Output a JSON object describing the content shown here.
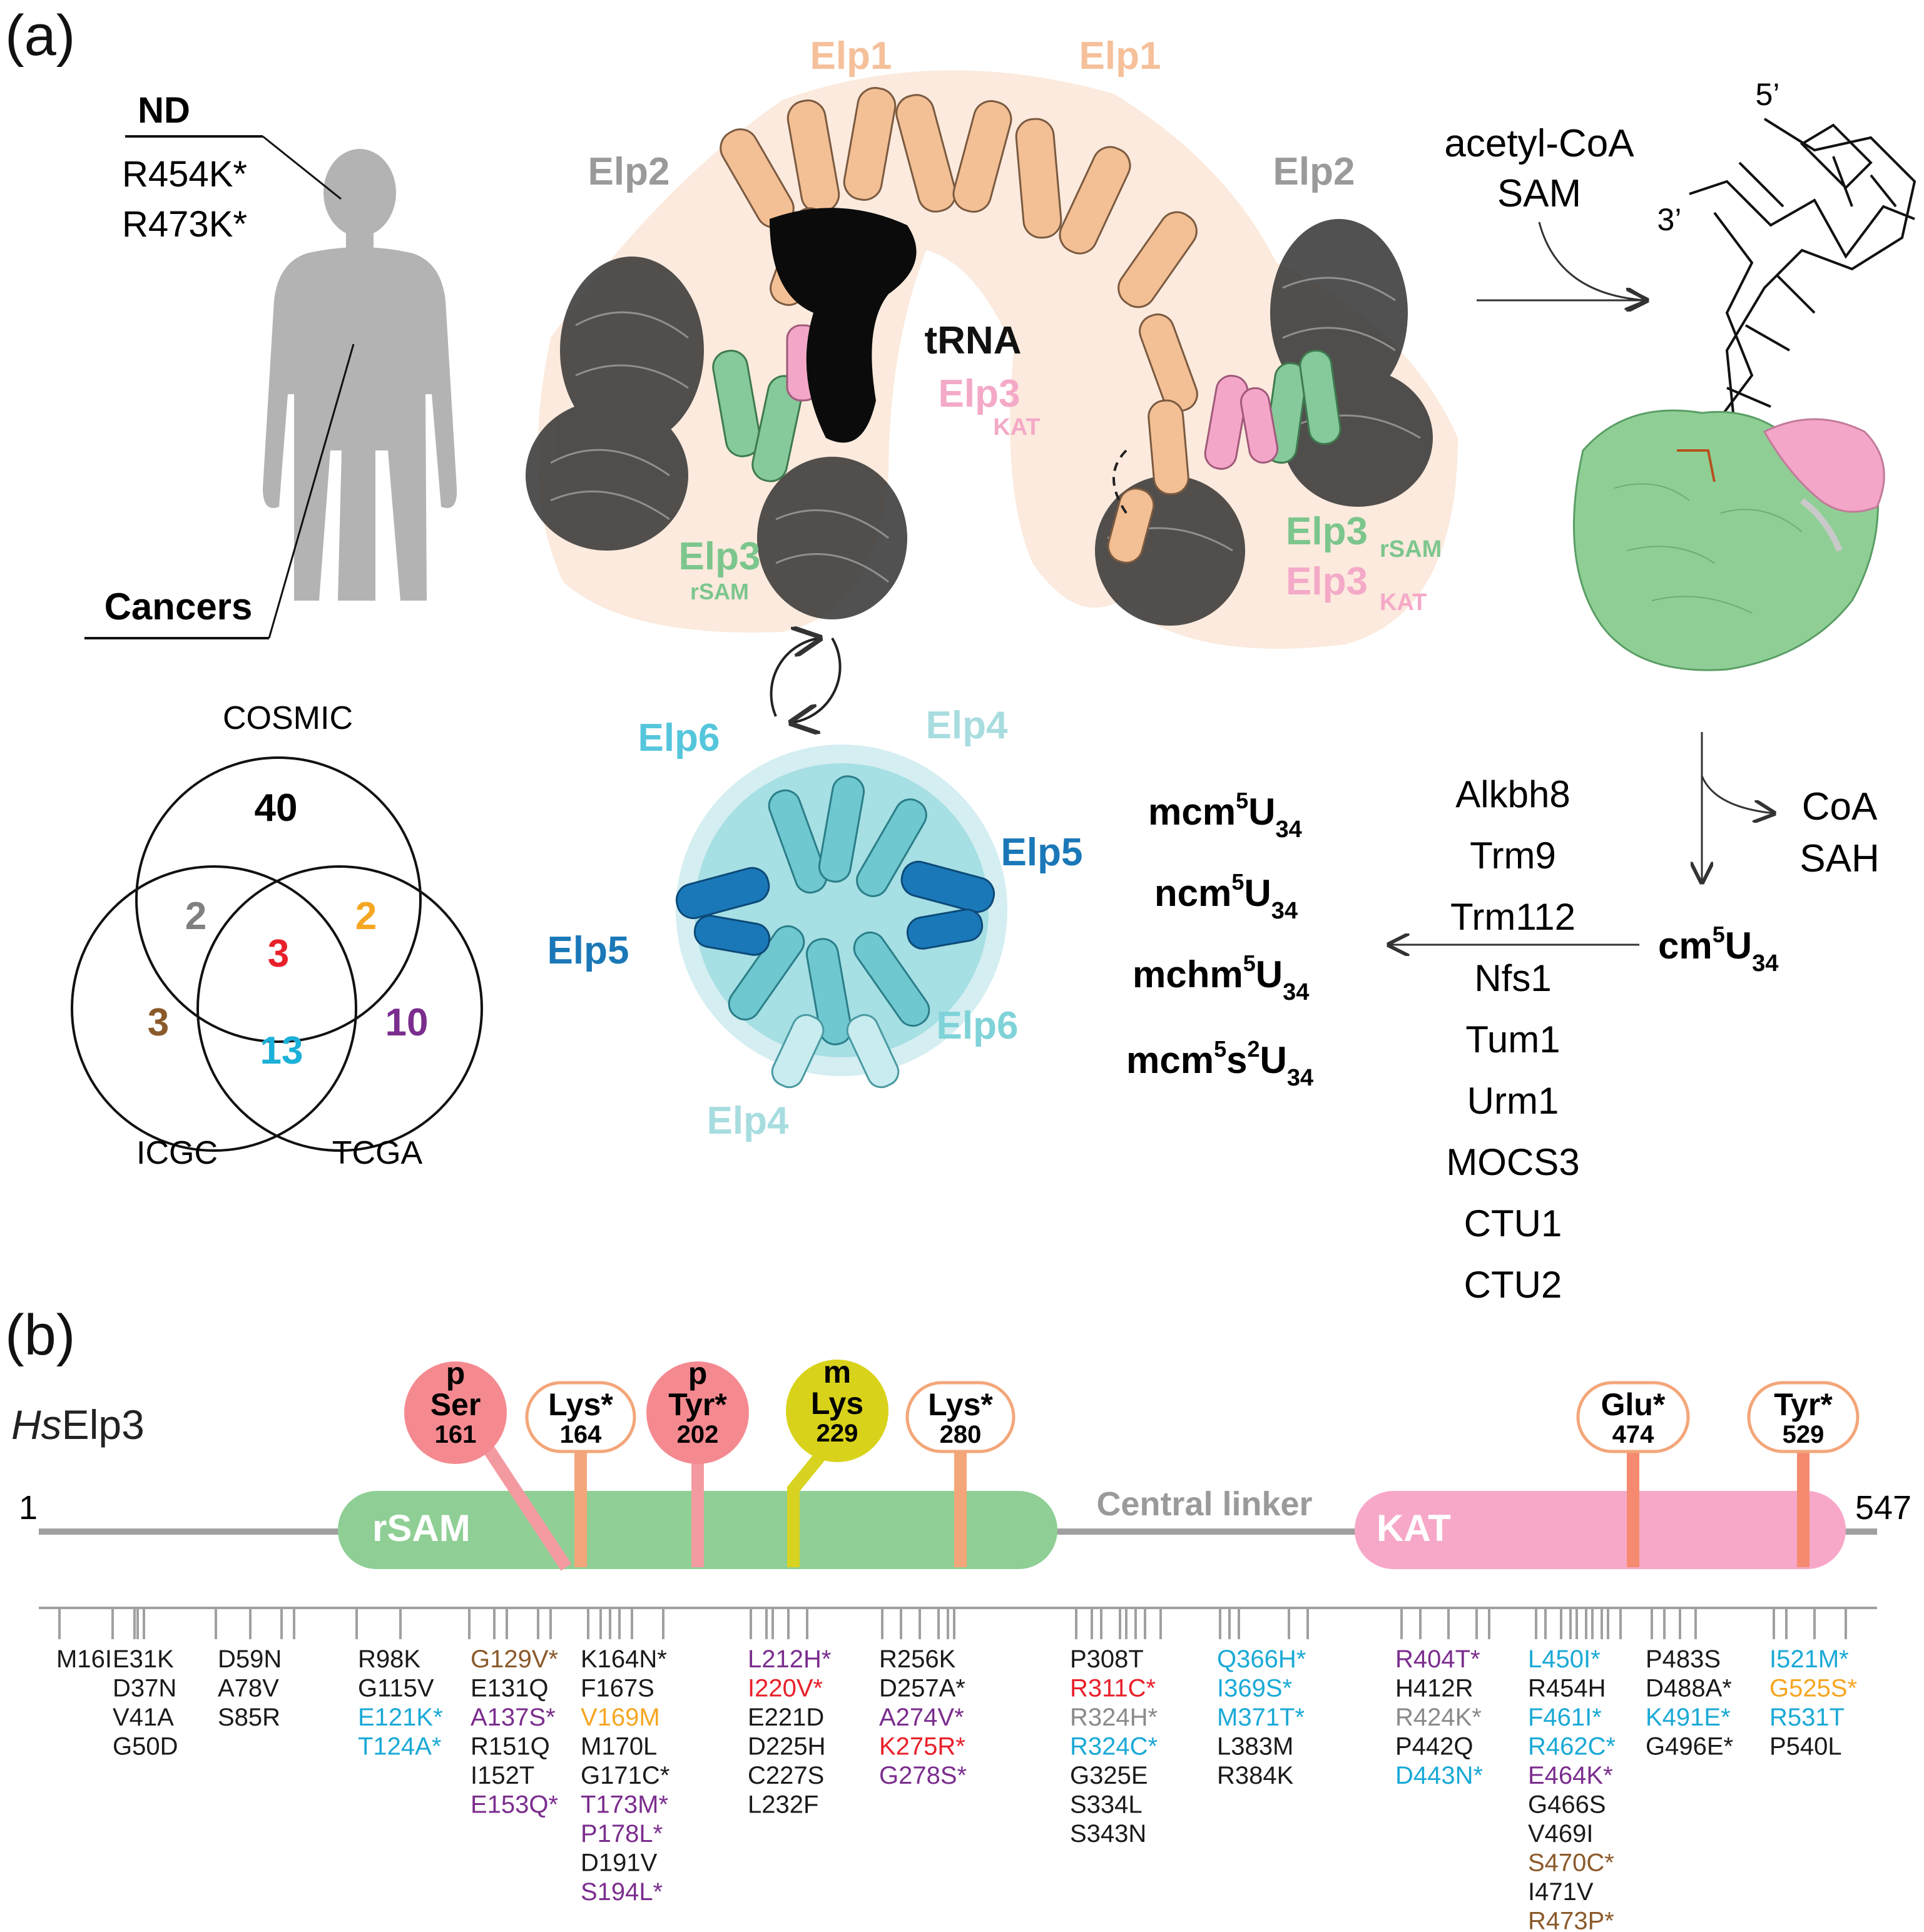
{
  "panel_a": {
    "label": "(a)",
    "human": {
      "nd_title": "ND",
      "nd_mutations": [
        "R454K*",
        "R473K*"
      ],
      "cancers_label": "Cancers"
    },
    "venn": {
      "labels": {
        "top": "COSMIC",
        "left": "ICGC",
        "right": "TCGA"
      },
      "counts": {
        "cosmic_only": "40",
        "cosmic_icgc": "2",
        "all_three": "3",
        "cosmic_tcga": "2",
        "icgc_only": "3",
        "icgc_tcga": "13",
        "tcga_only": "10"
      },
      "colors": {
        "cosmic_only": "#000000",
        "cosmic_icgc": "#808080",
        "all_three": "#e8202a",
        "cosmic_tcga": "#f5a623",
        "icgc_only": "#8b5a2b",
        "icgc_tcga": "#1bb0d8",
        "tcga_only": "#7b2d8e"
      }
    },
    "complex": {
      "elp1_left": "Elp1",
      "elp1_right": "Elp1",
      "elp2_left": "Elp2",
      "elp2_right": "Elp2",
      "trna": "tRNA",
      "elp3": "Elp3",
      "sub_kat": "KAT",
      "sub_rsam": "rSAM",
      "elp4_top": "Elp4",
      "elp4_bottom": "Elp4",
      "elp5_left": "Elp5",
      "elp5_right": "Elp5",
      "elp6_top": "Elp6",
      "elp6_bottom": "Elp6",
      "colors": {
        "elp1": "#f5c8a0",
        "elp2": "#9a9a9a",
        "elp3_rsam": "#7cc68e",
        "elp3_kat": "#f4a6c8",
        "elp456_light": "#7fd3d8",
        "elp5": "#1a78b8",
        "elp4": "#a8dde0"
      }
    },
    "reaction": {
      "cofactors": [
        "acetyl-CoA",
        "SAM"
      ],
      "trna_ends": [
        "5’",
        "3’"
      ],
      "byproducts": [
        "CoA",
        "SAH"
      ],
      "cm5u": {
        "base": "cm",
        "sup": "5",
        "mid": "U",
        "sub": "34"
      },
      "products": [
        {
          "pre": "mcm",
          "sup": "5",
          "mid": "U",
          "sub": "34"
        },
        {
          "pre": "ncm",
          "sup": "5",
          "mid": "U",
          "sub": "34"
        },
        {
          "pre": "mchm",
          "sup": "5",
          "mid": "U",
          "sub": "34"
        },
        {
          "pre": "mcm",
          "sup": "5",
          "mid": "s",
          "sup2": "2",
          "end": "U",
          "sub": "34"
        }
      ],
      "enzymes": [
        "Alkbh8",
        "Trm9",
        "Trm112",
        "Nfs1",
        "Tum1",
        "Urm1",
        "MOCS3",
        "CTU1",
        "CTU2"
      ]
    }
  },
  "panel_b": {
    "label": "(b)",
    "protein_name_italic": "Hs",
    "protein_name_rest": "Elp3",
    "start": "1",
    "end": "547",
    "domains": [
      {
        "name": "rSAM",
        "color": "#8fcf95"
      },
      {
        "name": "Central linker",
        "color": "#9a9a9a"
      },
      {
        "name": "KAT",
        "color": "#f7a8c8"
      }
    ],
    "ptms": [
      {
        "line1": "p",
        "line2": "Ser",
        "line3": "161",
        "style": "phospho"
      },
      {
        "line1": "",
        "line2": "Lys*",
        "line3": "164",
        "style": "open"
      },
      {
        "line1": "p",
        "line2": "Tyr*",
        "line3": "202",
        "style": "phospho"
      },
      {
        "line1": "m",
        "line2": "Lys",
        "line3": "229",
        "style": "methyl"
      },
      {
        "line1": "",
        "line2": "Lys*",
        "line3": "280",
        "style": "open"
      },
      {
        "line1": "",
        "line2": "Glu*",
        "line3": "474",
        "style": "open"
      },
      {
        "line1": "",
        "line2": "Tyr*",
        "line3": "529",
        "style": "open"
      }
    ],
    "mutation_colors": {
      "k": "#1a1a1a",
      "g": "#8a8a8a",
      "c": "#1aa9d6",
      "p": "#7b2d8e",
      "o": "#f5a623",
      "b": "#8b5a2b",
      "r": "#e8202a"
    },
    "mutation_columns": [
      {
        "items": [
          [
            "M16I",
            "k"
          ]
        ]
      },
      {
        "items": [
          [
            "E31K",
            "k"
          ],
          [
            "D37N",
            "k"
          ],
          [
            "V41A",
            "k"
          ],
          [
            "G50D",
            "k"
          ]
        ]
      },
      {
        "items": [
          [
            "D59N",
            "k"
          ],
          [
            "A78V",
            "k"
          ],
          [
            "S85R",
            "k"
          ]
        ]
      },
      {
        "items": [
          [
            "R98K",
            "k"
          ],
          [
            "G115V",
            "k"
          ],
          [
            "E121K*",
            "c"
          ],
          [
            "T124A*",
            "c"
          ]
        ]
      },
      {
        "items": [
          [
            "G129V*",
            "b"
          ],
          [
            "E131Q",
            "k"
          ],
          [
            "A137S*",
            "p"
          ],
          [
            "R151Q",
            "k"
          ],
          [
            "I152T",
            "k"
          ],
          [
            "E153Q*",
            "p"
          ]
        ]
      },
      {
        "items": [
          [
            "K164N*",
            "k"
          ],
          [
            "F167S",
            "k"
          ],
          [
            "V169M",
            "o"
          ],
          [
            "M170L",
            "k"
          ],
          [
            "G171C*",
            "k"
          ],
          [
            "T173M*",
            "p"
          ],
          [
            "P178L*",
            "p"
          ],
          [
            "D191V",
            "k"
          ],
          [
            "S194L*",
            "p"
          ]
        ]
      },
      {
        "items": [
          [
            "L212H*",
            "p"
          ],
          [
            "I220V*",
            "r"
          ],
          [
            "E221D",
            "k"
          ],
          [
            "D225H",
            "k"
          ],
          [
            "C227S",
            "k"
          ],
          [
            "L232F",
            "k"
          ]
        ]
      },
      {
        "items": [
          [
            "R256K",
            "k"
          ],
          [
            "D257A*",
            "k"
          ],
          [
            "A274V*",
            "p"
          ],
          [
            "K275R*",
            "r"
          ],
          [
            "G278S*",
            "p"
          ]
        ]
      },
      {
        "items": [
          [
            "P308T",
            "k"
          ],
          [
            "R311C*",
            "r"
          ],
          [
            "R324H*",
            "g"
          ],
          [
            "R324C*",
            "c"
          ],
          [
            "G325E",
            "k"
          ],
          [
            "S334L",
            "k"
          ],
          [
            "S343N",
            "k"
          ]
        ]
      },
      {
        "items": [
          [
            "Q366H*",
            "c"
          ],
          [
            "I369S*",
            "c"
          ],
          [
            "M371T*",
            "c"
          ],
          [
            "L383M",
            "k"
          ],
          [
            "R384K",
            "k"
          ]
        ]
      },
      {
        "items": [
          [
            "R404T*",
            "p"
          ],
          [
            "H412R",
            "k"
          ],
          [
            "R424K*",
            "g"
          ],
          [
            "P442Q",
            "k"
          ],
          [
            "D443N*",
            "c"
          ]
        ]
      },
      {
        "items": [
          [
            "L450I*",
            "c"
          ],
          [
            "R454H",
            "k"
          ],
          [
            "F461I*",
            "c"
          ],
          [
            "R462C*",
            "c"
          ],
          [
            "E464K*",
            "p"
          ],
          [
            "G466S",
            "k"
          ],
          [
            "V469I",
            "k"
          ],
          [
            "S470C*",
            "b"
          ],
          [
            "I471V",
            "k"
          ],
          [
            "R473P*",
            "b"
          ]
        ]
      },
      {
        "items": [
          [
            "P483S",
            "k"
          ],
          [
            "D488A*",
            "k"
          ],
          [
            "K491E*",
            "c"
          ],
          [
            "G496E*",
            "k"
          ]
        ]
      },
      {
        "items": [
          [
            "I521M*",
            "c"
          ],
          [
            "G525S*",
            "o"
          ],
          [
            "R531T",
            "c"
          ],
          [
            "P540L",
            "k"
          ]
        ]
      }
    ]
  }
}
